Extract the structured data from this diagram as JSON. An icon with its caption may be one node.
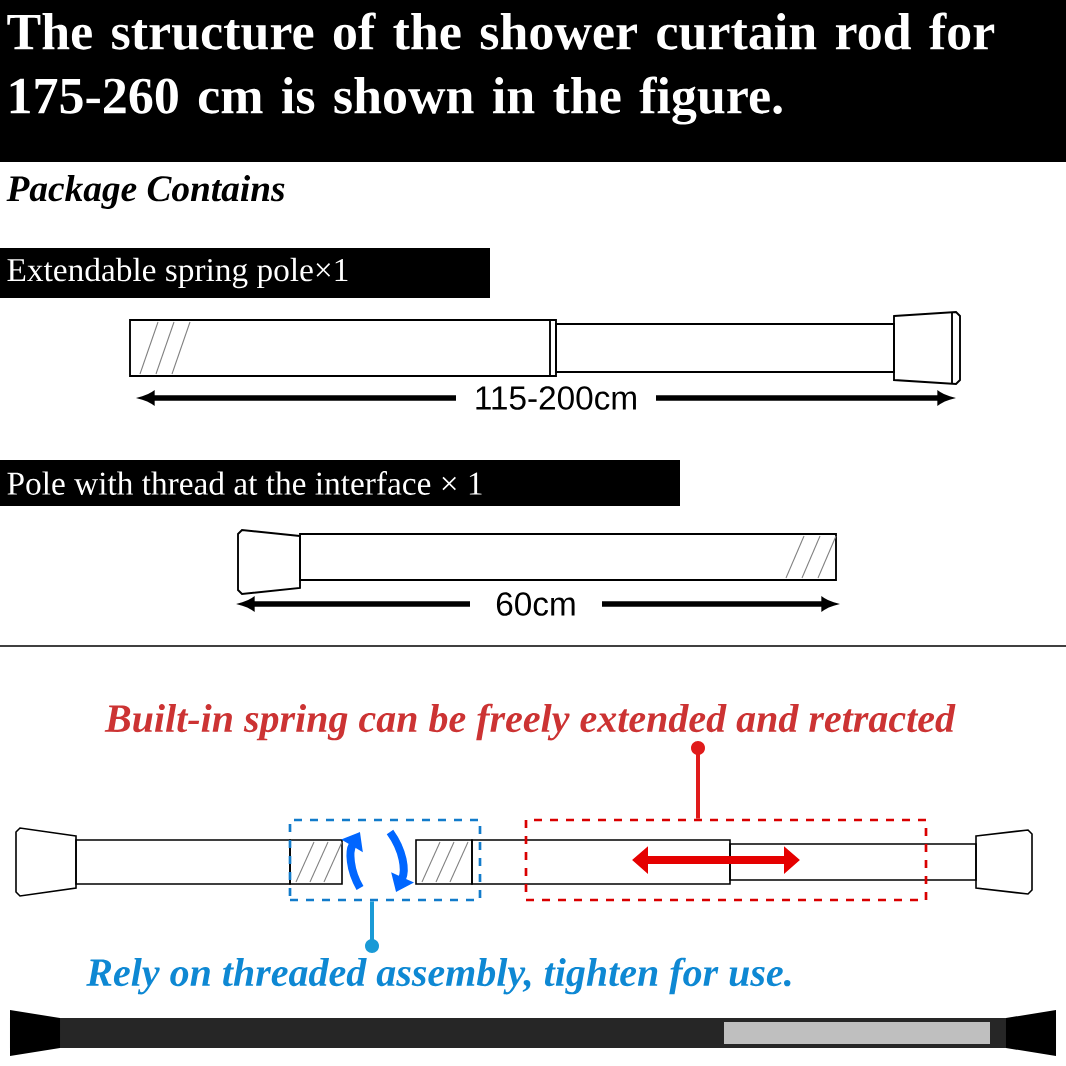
{
  "diagram": {
    "title": "The structure of the shower curtain rod for 175-260 cm is shown in the figure.",
    "nodes": [
      {
        "text": [
          "Built-in spring can be freely extended and retracted"
        ]
      },
      {
        "text": [],
        "shape": "box"
      },
      {
        "text": [],
        "shape": "box"
      },
      {
        "text": [
          "Rely on threaded assembly, tighten for use."
        ]
      }
    ],
    "edges": [
      {
        "from": 2,
        "to": 0,
        "arrow": "other",
        "color": "#e01b1b"
      },
      {
        "from": 1,
        "to": 3,
        "arrow": "other",
        "color": "#1a9ad6"
      }
    ],
    "labels": [
      "Package Contains",
      "Extendable spring pole×1",
      "115-200cm",
      "Pole with thread at the interface × 1",
      "60cm"
    ]
  }
}
